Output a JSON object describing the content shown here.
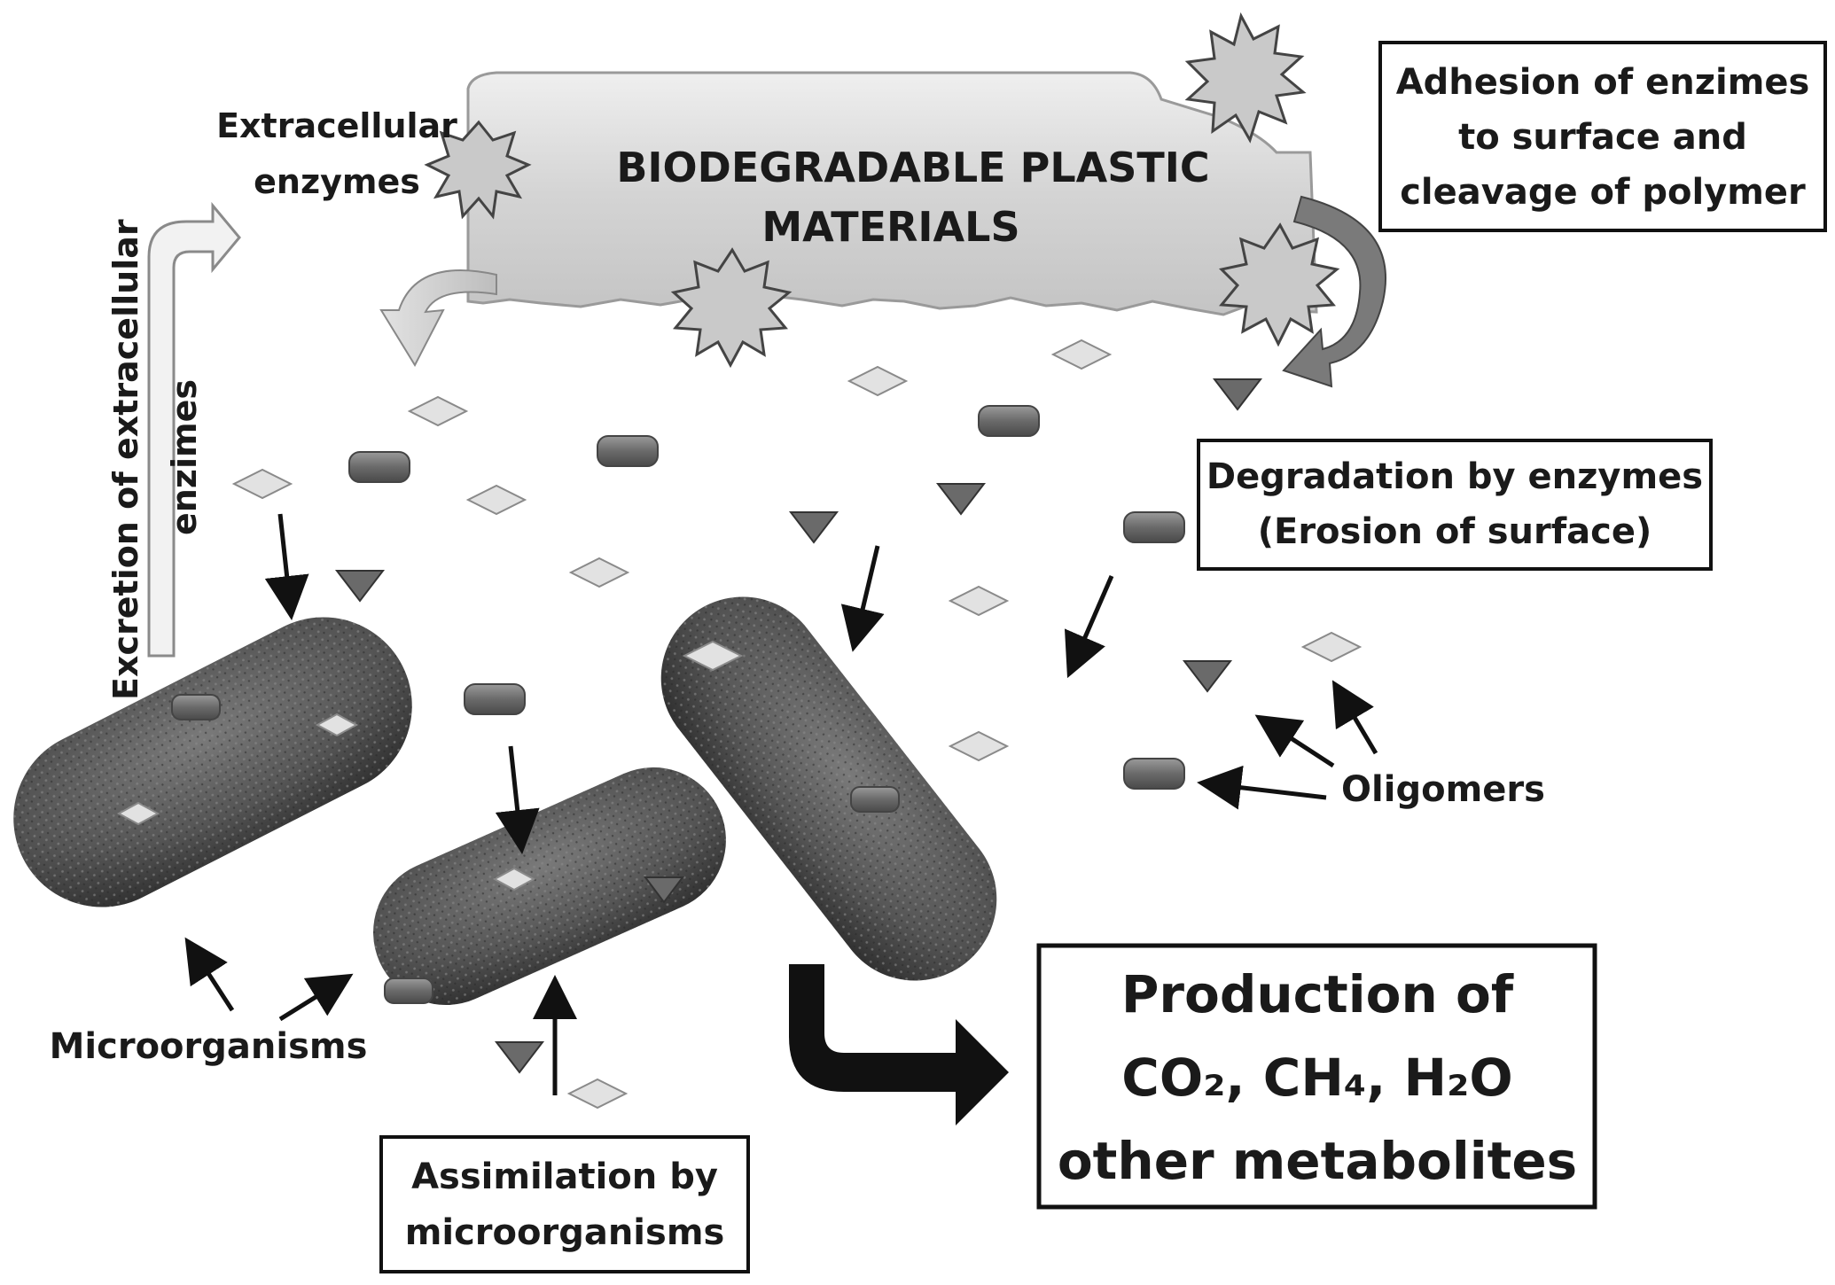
{
  "plastic": {
    "title_line1": "BIODEGRADABLE PLASTIC",
    "title_line2": "MATERIALS"
  },
  "labels": {
    "extracellular_line1": "Extracellular",
    "extracellular_line2": "enzymes",
    "excretion_line1": "Excretion of extracellular",
    "excretion_line2": "enzimes",
    "oligomers": "Oligomers",
    "microorganisms": "Microorganisms"
  },
  "boxes": {
    "adhesion": [
      "Adhesion of enzimes",
      "to surface and",
      "cleavage of polymer"
    ],
    "degradation": [
      "Degradation by enzymes",
      "(Erosion of surface)"
    ],
    "assimilation": [
      "Assimilation by",
      "microorganisms"
    ],
    "production": [
      "Production of",
      "CO₂, CH₄, H₂O",
      "other metabolites"
    ]
  },
  "colors": {
    "plastic_fill": "#d6d6d6",
    "enzyme_fill": "#c8c8c8",
    "bacteria_fill": "#5a5a5a",
    "oligomer_light": "#e4e4e4",
    "oligomer_dark": "#6e6e6e",
    "arrow_black": "#111111"
  }
}
